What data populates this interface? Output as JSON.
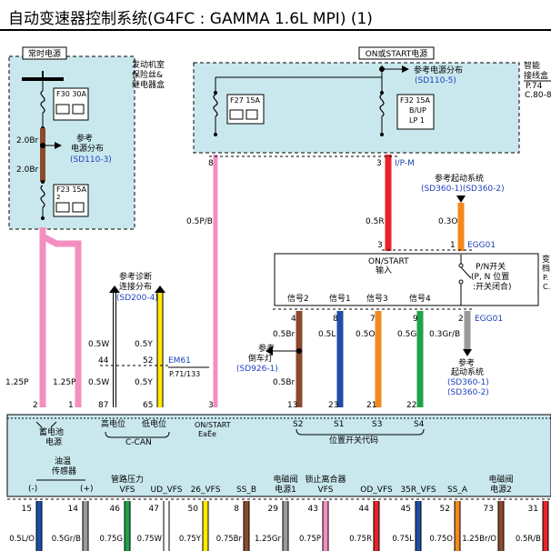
{
  "title": "自动变速器控制系统(G4FC : GAMMA 1.6L MPI) (1)",
  "colors": {
    "fuse_box_bg": "#c9e8ee",
    "pink": "#f48ec0",
    "brown": "#8b4a2c",
    "red": "#e8232a",
    "orange": "#f08a1c",
    "blue": "#1e4fa8",
    "green": "#1fa24a",
    "yellow": "#ffea00",
    "gray": "#9a9a9a",
    "link_blue": "#1a3fb0",
    "ref_blue": "#2040c0"
  },
  "boxes": {
    "constant_power": "常时电源",
    "engine_room_l1": "发动机室",
    "engine_room_l2": "保险丝&",
    "engine_room_l3": "继电器盒",
    "on_start_power": "ON或START电源",
    "smart_l1": "智能",
    "smart_l2": "接线盒",
    "smart_p": "P.74",
    "smart_c": "C.80-8"
  },
  "fuses": {
    "f30": "F30 30A",
    "f23": "F23 15A",
    "f23_sub": "2",
    "f27": "F27 15A",
    "f32": "F32 15A",
    "f32_sub1": "B/UP",
    "f32_sub2": "LP 1"
  },
  "refs": {
    "power_dist_a_l1": "参考",
    "power_dist_a_l2": "电源分布",
    "power_dist_a_code": "(SD110-3)",
    "power_dist_b_l1": "参考电源分布",
    "power_dist_b_code": "(SD110-5)",
    "start_sys_l1": "参考起动系统",
    "start_sys_code": "(SD360-1)(SD360-2)",
    "diag_l1": "参考诊断",
    "diag_l2": "连接分布",
    "diag_code": "(SD200-4)",
    "reverse_l1": "参考",
    "reverse_l2": "倒车灯",
    "reverse_code": "(SD926-1)",
    "start_sys2_l1": "参考",
    "start_sys2_l2": "起动系统",
    "start_sys2_code1": "(SD360-1)",
    "start_sys2_code2": "(SD360-2)"
  },
  "wires": {
    "w_2_0br_a": "2.0Br",
    "w_2_0br_b": "2.0Br",
    "w_0_5pb": "0.5P/B",
    "w_0_5r": "0.5R",
    "w_0_3o": "0.3O",
    "w_0_5w_a": "0.5W",
    "w_0_5y_a": "0.5Y",
    "w_0_5w_b": "0.5W",
    "w_0_5y_b": "0.5Y",
    "w_1_25p_a": "1.25P",
    "w_1_25p_b": "1.25P",
    "w_0_5br_a": "0.5Br",
    "w_0_5l": "0.5L",
    "w_0_5o": "0.5O",
    "w_0_5g": "0.5G",
    "w_0_3grb": "0.3Gr/B",
    "w_0_5br_b": "0.5Br"
  },
  "pins": {
    "p8": "8",
    "p3_top": "3",
    "p3_sw": "3",
    "p1_sw": "1",
    "p44": "44",
    "p52": "52",
    "p87": "87",
    "p65": "65",
    "p2": "2",
    "p1": "1",
    "p3_tcm": "3",
    "p4": "4",
    "p8b": "8",
    "p7": "7",
    "p9": "9",
    "p2b": "2",
    "p13": "13",
    "p23": "23",
    "p21": "21",
    "p22": "22"
  },
  "connectors": {
    "ipm": "I/P-M",
    "egg01_a": "EGG01",
    "egg01_b": "EGG01",
    "em61": "EM61",
    "p71": "P.71/133"
  },
  "switch": {
    "on_start_l1": "ON/START",
    "on_start_l2": "输入",
    "pn_l1": "P/N开关",
    "pn_l2": "(P, N 位置",
    "pn_l3": ":开关闭合)",
    "side_l1": "变",
    "side_l2": "档",
    "side_l3": "P.",
    "side_l4": "C."
  },
  "signals": {
    "s2": "信号2",
    "s1": "信号1",
    "s3": "信号3",
    "s4": "信号4"
  },
  "tcm": {
    "battery_l1": "蓄电池",
    "battery_l2": "电源",
    "high": "高电位",
    "low": "低电位",
    "ccan": "C-CAN",
    "on_start_l1": "ON/START",
    "on_start_l2": "EaËe",
    "s2": "S2",
    "s1": "S1",
    "s3": "S3",
    "s4": "S4",
    "position_code": "位置开关代码"
  },
  "bottom": {
    "oil_l1": "油温",
    "oil_l2": "传感器",
    "minus": "(-)",
    "plus": "(+)",
    "labels": [
      "管路压力\nVFS",
      "UD_VFS",
      "26_VFS",
      "SS_B",
      "电磁阀\n电源1",
      "锁止离合器\nVFS",
      "OD_VFS",
      "35R_VFS",
      "SS_A",
      "电磁阀\n电源2"
    ],
    "pins": [
      "15",
      "14",
      "46",
      "47",
      "50",
      "8",
      "29",
      "43",
      "44",
      "45",
      "52",
      "73",
      "31"
    ],
    "wires": [
      "0.5L/O",
      "0.5Gr/B",
      "0.75G",
      "0.75W",
      "0.75Y",
      "0.75Br",
      "1.25Gr",
      "0.75P",
      "0.75R",
      "0.75L",
      "0.75O",
      "1.25Br/O",
      "0.5R/B"
    ]
  }
}
